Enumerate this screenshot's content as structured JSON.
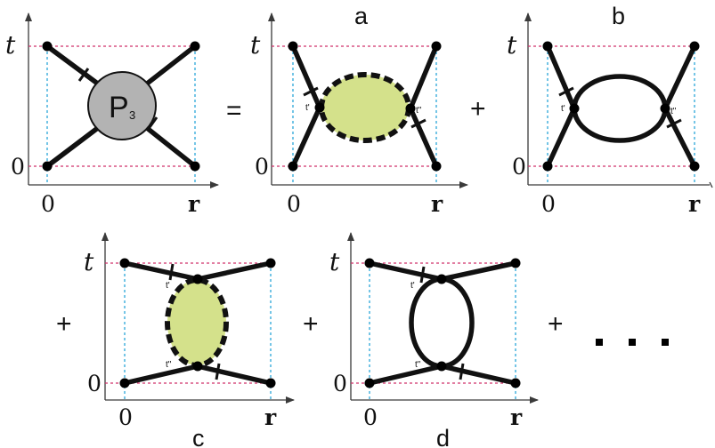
{
  "axis_labels": {
    "t": "t",
    "zero": "0",
    "r": "r"
  },
  "panel_labels": {
    "a": "a",
    "b": "b",
    "c": "c",
    "d": "d"
  },
  "operators": {
    "equals": "=",
    "plus": "+",
    "ellipsis": ". . ."
  },
  "vertex_labels": {
    "t1": "t'",
    "t2": "t\""
  },
  "blob_label": "P",
  "blob_subscript": "3",
  "colors": {
    "time_guides": "#d0306a",
    "space_guides": "#2aa6d8",
    "blob_fill": "#d4e18b",
    "p3_fill": "#b3b3b3",
    "lines": "#111111"
  }
}
